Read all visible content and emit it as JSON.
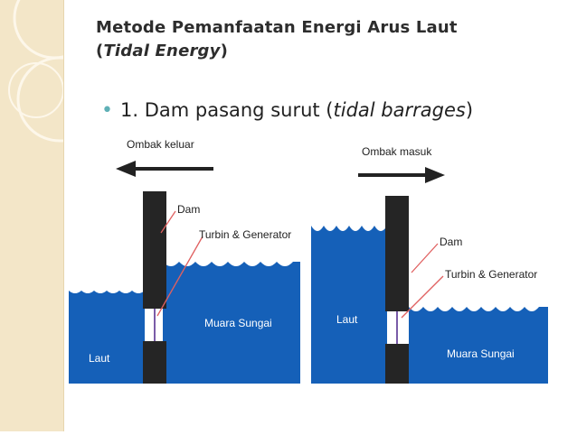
{
  "title": {
    "line1": "Metode Pemanfaatan Energi Arus Laut",
    "line2_open": "(",
    "line2_italic": "Tidal Energy",
    "line2_close": ")"
  },
  "bullet": {
    "prefix": "1. Dam pasang surut (",
    "italic": "tidal barrages",
    "suffix": ")"
  },
  "diagram_left": {
    "arrow_label": "Ombak keluar",
    "dam_label": "Dam",
    "turbine_label": "Turbin & Generator",
    "sea_label": "Laut",
    "river_label": "Muara Sungai"
  },
  "diagram_right": {
    "arrow_label": "Ombak masuk",
    "dam_label": "Dam",
    "turbine_label": "Turbin & Generator",
    "sea_label": "Laut",
    "river_label": "Muara Sungai"
  },
  "colors": {
    "water": "#1560b8",
    "dam": "#252525",
    "band": "#f3e6c8",
    "accent": "#5fb0b6",
    "pointer": "#e06060"
  }
}
